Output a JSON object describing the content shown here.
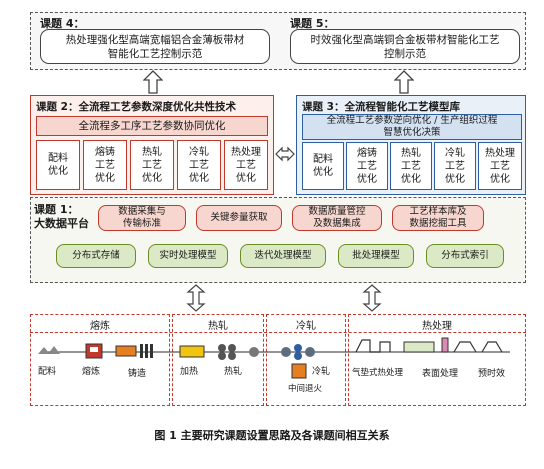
{
  "top": {
    "topic4_label": "课题 4：",
    "topic4_text": "热处理强化型高端宽幅铝合金薄板带材\n智能化工艺控制示范",
    "topic5_label": "课题 5：",
    "topic5_text": "时效强化型高端铜合金板带材智能化工艺\n控制示范"
  },
  "topic2": {
    "title": "课题 2：全流程工艺参数深度优化共性技术",
    "sub": "全流程多工序工艺参数协同优化",
    "cells": [
      "配料\n优化",
      "熔铸\n工艺\n优化",
      "热轧\n工艺\n优化",
      "冷轧\n工艺\n优化",
      "热处理\n工艺\n优化"
    ]
  },
  "topic3": {
    "title": "课题 3：全流程智能化工艺模型库",
    "sub": "全流程工艺参数逆向优化 / 生产组织过程\n智慧优化决策",
    "cells": [
      "配料\n优化",
      "熔铸\n工艺\n优化",
      "热轧\n工艺\n优化",
      "冷轧\n工艺\n优化",
      "热处理\n工艺\n优化"
    ]
  },
  "topic1": {
    "label": "课题 1：",
    "platform": "大数据平台",
    "red_items": [
      "数据采集与\n传输标准",
      "关键参量获取",
      "数据质量管控\n及数据集成",
      "工艺样本库及\n数据挖掘工具"
    ],
    "green_items": [
      "分布式存储",
      "实时处理模型",
      "迭代处理模型",
      "批处理模型",
      "分布式索引"
    ]
  },
  "process": {
    "sections": [
      "熔炼",
      "热轧",
      "冷轧",
      "热处理"
    ],
    "steps": [
      "配料",
      "熔炼",
      "铸造",
      "加热",
      "热轧",
      "冷轧",
      "中间退火",
      "气垫式热处理",
      "表面处理",
      "预时效"
    ]
  },
  "caption": "图 1   主要研究课题设置思路及各课题间相互关系",
  "colors": {
    "topic2_accent": "#c0392b",
    "topic3_accent": "#2e5fa3"
  }
}
